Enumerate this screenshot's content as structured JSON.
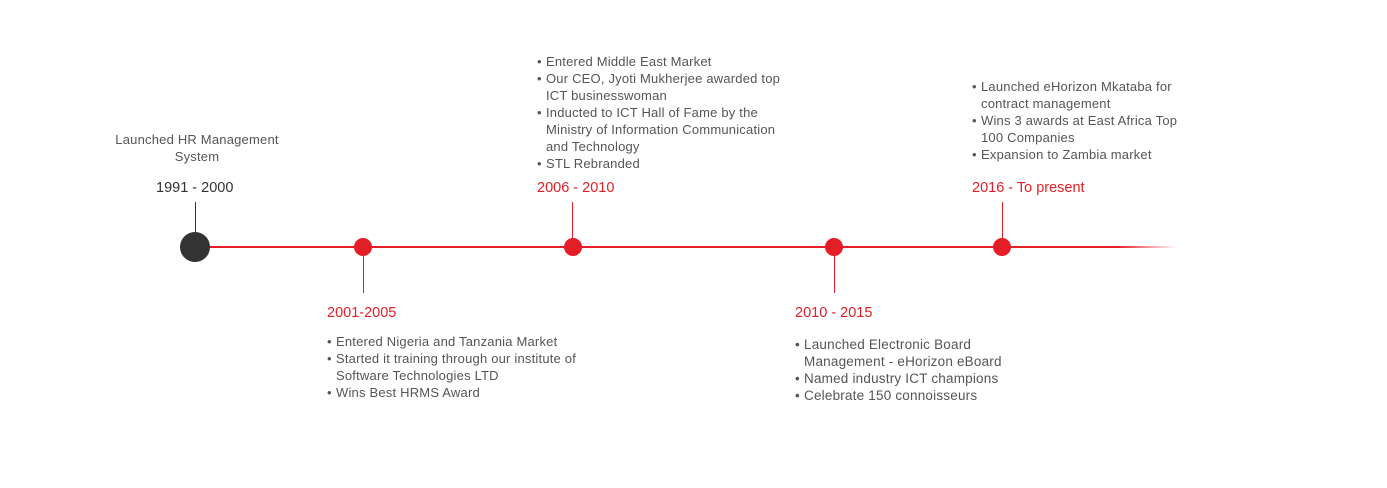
{
  "timeline": {
    "milestones": [
      {
        "period": "1991 - 2000",
        "caption": [
          "Launched HR Management",
          "System"
        ]
      },
      {
        "period": "2001-2005",
        "events": [
          [
            "Entered Nigeria and Tanzania Market"
          ],
          [
            "Started it training through our institute of",
            "Software Technologies LTD"
          ],
          [
            "Wins Best HRMS Award"
          ]
        ]
      },
      {
        "period": "2006 - 2010",
        "events": [
          [
            "Entered Middle East Market"
          ],
          [
            "Our CEO, Jyoti Mukherjee awarded top",
            "ICT businesswoman"
          ],
          [
            "Inducted to ICT Hall of Fame by the",
            "Ministry of Information Communication",
            "and Technology"
          ],
          [
            "STL Rebranded"
          ]
        ]
      },
      {
        "period": "2010 - 2015",
        "events": [
          [
            "Launched Electronic Board",
            "Management - eHorizon eBoard"
          ],
          [
            "Named industry ICT champions"
          ],
          [
            "Celebrate 150 connoisseurs"
          ]
        ]
      },
      {
        "period": "2016 - To present",
        "events": [
          [
            "Launched eHorizon Mkataba for",
            "contract management"
          ],
          [
            "Wins 3 awards at East Africa Top",
            "100 Companies"
          ],
          [
            "Expansion to Zambia market"
          ]
        ]
      }
    ],
    "colors": {
      "accent": "#e41e26",
      "start": "#333333",
      "text": "#555555"
    }
  }
}
